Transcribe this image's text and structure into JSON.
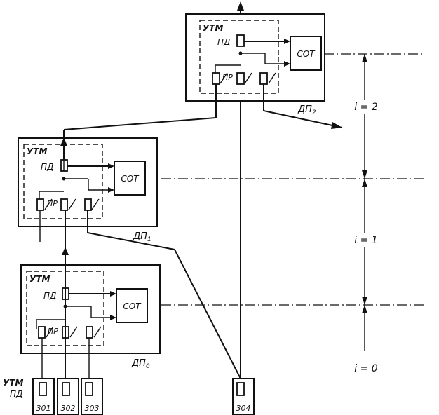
{
  "utm_label": "УТМ",
  "pd_label": "ПД",
  "pr_label": "ПР",
  "sot_label": "СОТ",
  "dp0_label": "ДП",
  "dp0_sub": "0",
  "dp1_label": "ДП",
  "dp1_sub": "1",
  "dp2_label": "ДП",
  "dp2_sub": "2",
  "interval_labels": {
    "i0": "i = 0",
    "i1": "i = 1",
    "i2": "i = 2"
  },
  "bottom_sensors": [
    "301",
    "302",
    "303",
    "304"
  ],
  "bottom_utm": "УТМ",
  "bottom_pd": "ПД"
}
